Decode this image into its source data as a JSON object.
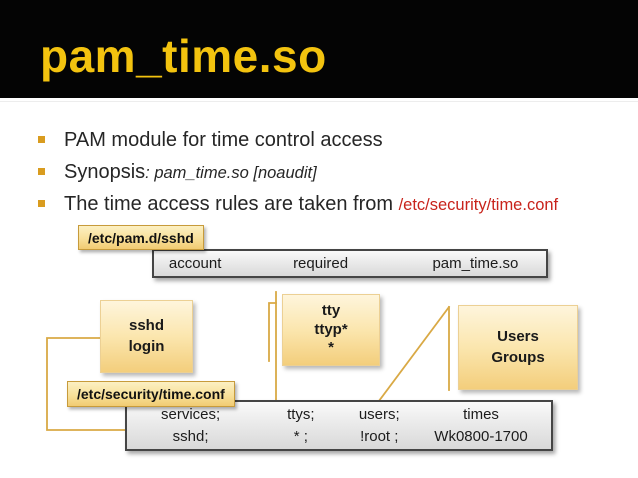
{
  "slide": {
    "title": "pam_time.so",
    "bullets": [
      {
        "main": "PAM module for time control access",
        "italic": "",
        "red": ""
      },
      {
        "main": "Synopsis",
        "italic": ": pam_time.so [noaudit]",
        "red": ""
      },
      {
        "main": "The time access rules are taken from ",
        "italic": "",
        "red": "/etc/security/time.conf"
      }
    ]
  },
  "diagram": {
    "pam_label": "/etc/pam.d/sshd",
    "pam_row": [
      "account",
      "required",
      "pam_time.so"
    ],
    "service_box": [
      "sshd",
      "login"
    ],
    "tty_box": [
      "tty",
      "ttyp*",
      "*"
    ],
    "users_box": [
      "Users",
      "Groups"
    ],
    "time_label": "/etc/security/time.conf",
    "time_table": {
      "header": [
        "services;",
        "ttys;",
        "users;",
        "times"
      ],
      "row": [
        "sshd;",
        "* ;",
        "!root ;",
        "Wk0800-1700"
      ]
    }
  },
  "colors": {
    "title_gold": "#F3C30F",
    "accent_red": "#C8231B",
    "bullet_marker": "#D99C1F",
    "connector_gold": "#D9A945",
    "label_border": "#C79B3B"
  }
}
